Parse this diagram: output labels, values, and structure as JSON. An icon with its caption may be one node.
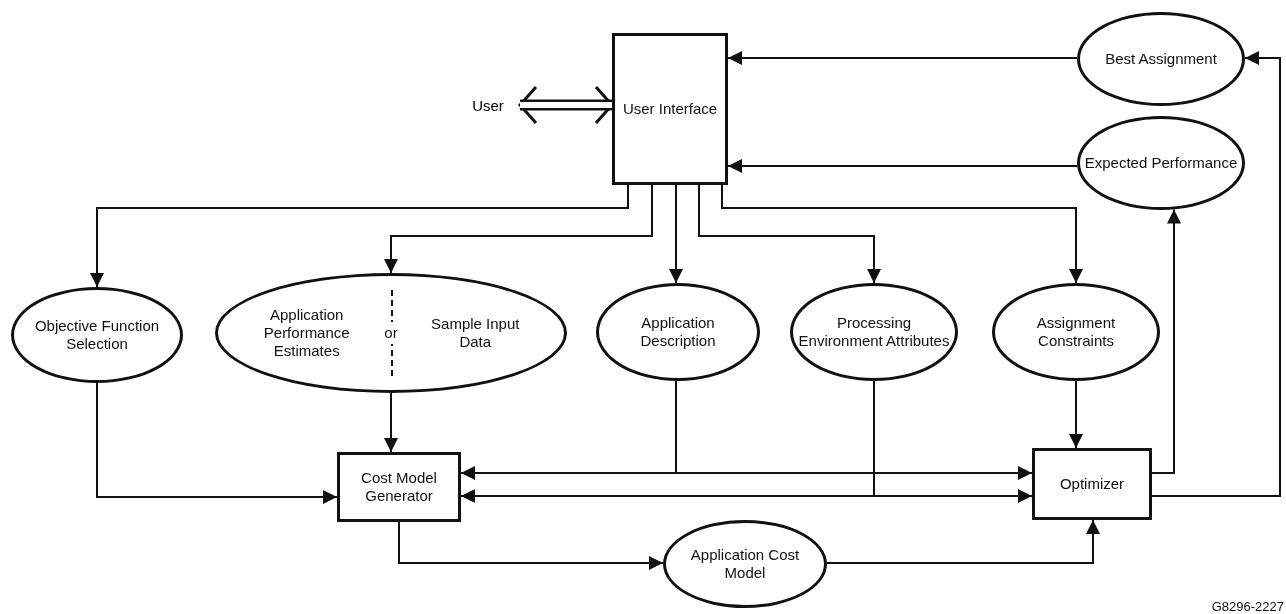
{
  "diagram": {
    "nodes": [
      {
        "text": [
          "User"
        ]
      },
      {
        "text": [
          "User Interface"
        ]
      },
      {
        "text": [
          "Best Assignment"
        ]
      },
      {
        "text": [
          "Expected Performance"
        ]
      },
      {
        "text": [
          "Objective Function Selection"
        ]
      },
      {
        "text": [
          "Application Performance Estimates",
          "or",
          "Sample Input Data"
        ]
      },
      {
        "text": [
          "Application Description"
        ]
      },
      {
        "text": [
          "Processing Environment Attributes"
        ]
      },
      {
        "text": [
          "Assignment Constraints"
        ]
      },
      {
        "text": [
          "Cost Model Generator"
        ]
      },
      {
        "text": [
          "Optimizer"
        ]
      },
      {
        "text": [
          "Application Cost Model"
        ]
      }
    ],
    "edges": [
      {
        "from": 0,
        "to": 1,
        "arrow": "both",
        "style": "thick"
      },
      {
        "from": 2,
        "to": 1,
        "arrow": "to"
      },
      {
        "from": 3,
        "to": 1,
        "arrow": "to"
      },
      {
        "from": 1,
        "to": 4,
        "arrow": "to"
      },
      {
        "from": 1,
        "to": 5,
        "arrow": "to"
      },
      {
        "from": 1,
        "to": 6,
        "arrow": "to"
      },
      {
        "from": 1,
        "to": 7,
        "arrow": "to"
      },
      {
        "from": 1,
        "to": 8,
        "arrow": "to"
      },
      {
        "from": 4,
        "to": 9,
        "arrow": "to"
      },
      {
        "from": 5,
        "to": 9,
        "arrow": "to"
      },
      {
        "from": 6,
        "to": 9,
        "arrow": "to"
      },
      {
        "from": 6,
        "to": 10,
        "arrow": "to"
      },
      {
        "from": 7,
        "to": 9,
        "arrow": "to"
      },
      {
        "from": 7,
        "to": 10,
        "arrow": "to"
      },
      {
        "from": 8,
        "to": 10,
        "arrow": "to"
      },
      {
        "from": 9,
        "to": 11,
        "arrow": "to"
      },
      {
        "from": 11,
        "to": 10,
        "arrow": "to"
      },
      {
        "from": 10,
        "to": 3,
        "arrow": "to"
      },
      {
        "from": 10,
        "to": 2,
        "arrow": "to"
      }
    ],
    "labels": [
      "G8296-2227"
    ]
  }
}
